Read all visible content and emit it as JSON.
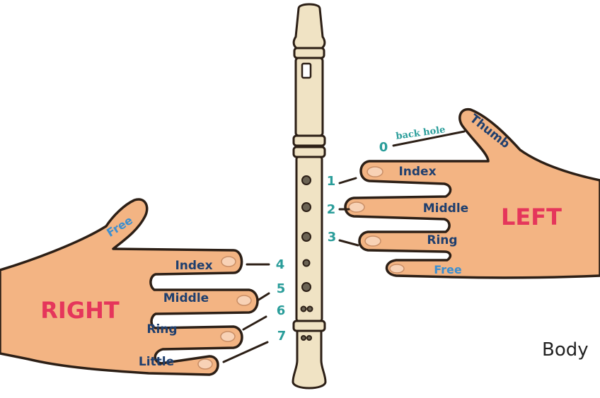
{
  "right_hand": {
    "title": "RIGHT",
    "fingers": [
      "Free",
      "Index",
      "Middle",
      "Ring",
      "Little"
    ]
  },
  "left_hand": {
    "title": "LEFT",
    "fingers": [
      "Thumb",
      "Index",
      "Middle",
      "Ring",
      "Free"
    ],
    "thumb_note": "back hole"
  },
  "hole_numbers": [
    "0",
    "1",
    "2",
    "3",
    "4",
    "5",
    "6",
    "7"
  ],
  "corner_text": "Body",
  "colors": {
    "skin": "#f3b483",
    "outline": "#2c1f16",
    "finger_label": "#1f3f6e",
    "free_label": "#3b8fd1",
    "number": "#2a9d9a",
    "hand_title": "#e5365b",
    "recorder": "#f0e3c4"
  }
}
